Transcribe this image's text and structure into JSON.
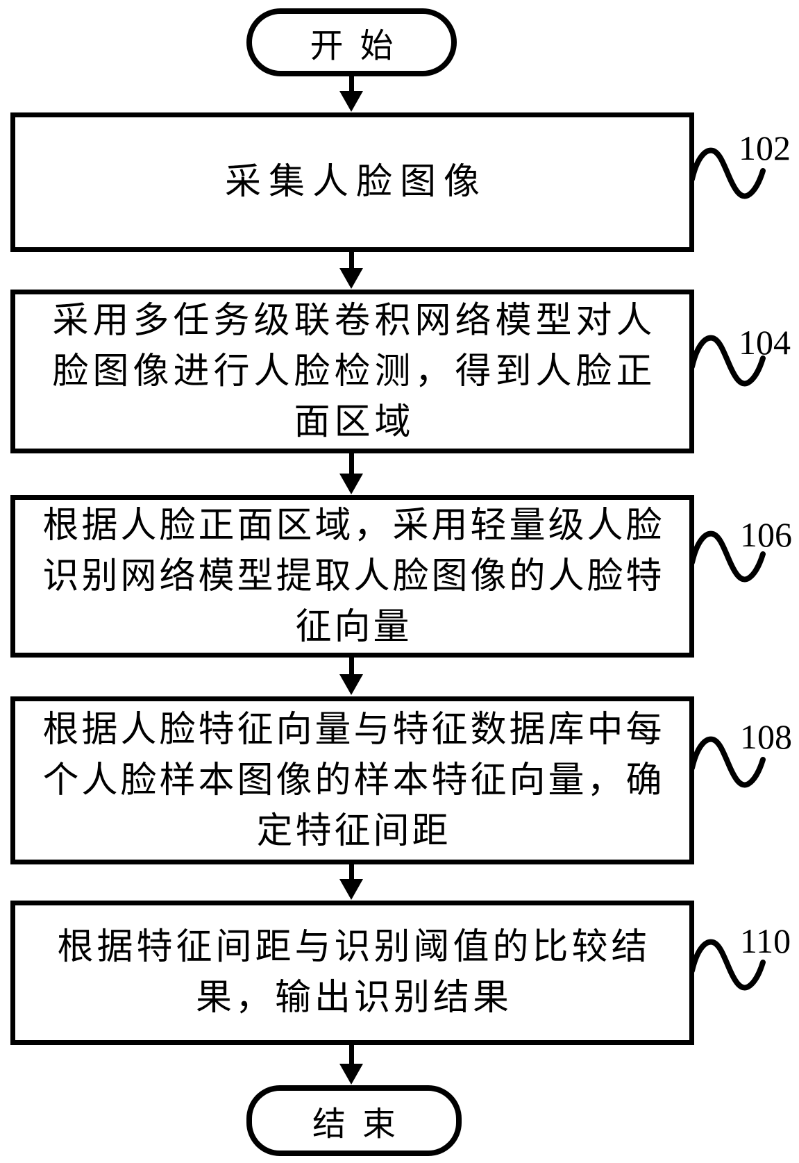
{
  "figure": {
    "start": {
      "label": "开始"
    },
    "end": {
      "label": "结束"
    },
    "steps": [
      {
        "ref": "102",
        "lines": [
          "采集人脸图像"
        ]
      },
      {
        "ref": "104",
        "lines": [
          "采用多任务级联卷积网络模型对人",
          "脸图像进行人脸检测，得到人脸正",
          "面区域"
        ]
      },
      {
        "ref": "106",
        "lines": [
          "根据人脸正面区域，采用轻量级人脸",
          "识别网络模型提取人脸图像的人脸特",
          "征向量"
        ]
      },
      {
        "ref": "108",
        "lines": [
          "根据人脸特征向量与特征数据库中每",
          "个人脸样本图像的样本特征向量，确",
          "定特征间距"
        ]
      },
      {
        "ref": "110",
        "lines": [
          "根据特征间距与识别阈值的比较结",
          "果，输出识别结果"
        ]
      }
    ],
    "colors": {
      "ink": "#000000",
      "background": "#ffffff"
    }
  }
}
